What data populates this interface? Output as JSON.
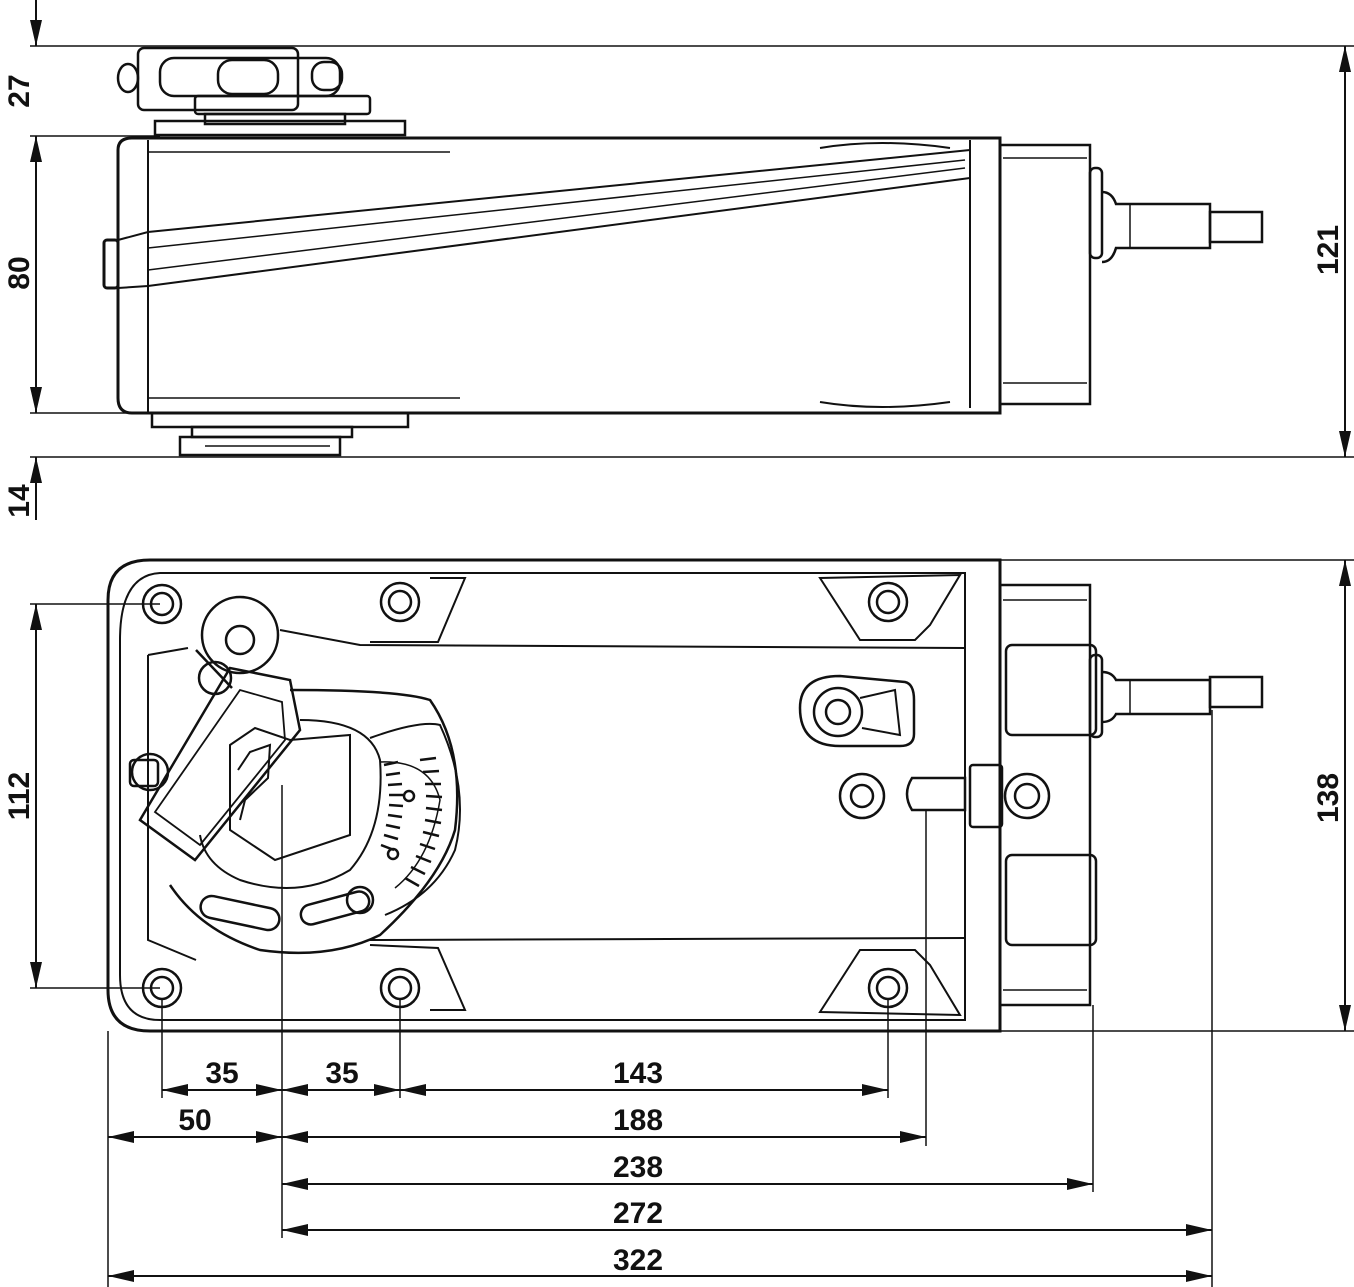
{
  "dimensions": {
    "top_view": {
      "d27": "27",
      "d80": "80",
      "d14": "14",
      "d121": "121"
    },
    "bottom_view": {
      "d112": "112",
      "d138": "138",
      "d35a": "35",
      "d35b": "35",
      "d143": "143",
      "d50": "50",
      "d188": "188",
      "d238": "238",
      "d272": "272",
      "d322": "322"
    }
  },
  "colors": {
    "line": "#111111",
    "background": "#ffffff"
  }
}
